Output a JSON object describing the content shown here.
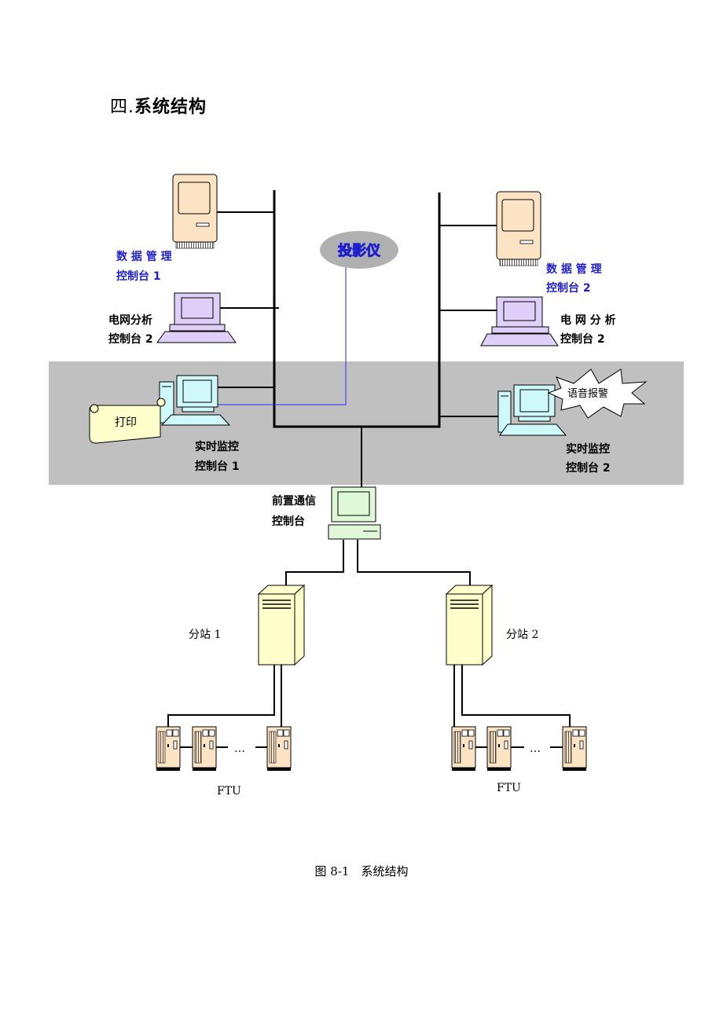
{
  "heading": {
    "number": "四.",
    "title": "系统结构"
  },
  "labels": {
    "data_mgmt_1": [
      "数 据 管 理",
      "控制台 1"
    ],
    "data_mgmt_2": [
      "数 据 管 理",
      "控制台 2"
    ],
    "grid_analysis_left": [
      "电网分析",
      "控制台 2"
    ],
    "grid_analysis_right": [
      "电 网 分 析",
      "控制台 2"
    ],
    "realtime_1": [
      "实时监控",
      "控制台 1"
    ],
    "realtime_2": [
      "实时监控",
      "控制台 2"
    ],
    "front_comm": [
      "前置通信",
      "控制台"
    ],
    "projector": "投影仪",
    "printer": "打印",
    "voice_alarm": "语音报警",
    "substation_1": "分站 1",
    "substation_2": "分站 2",
    "ftu_1": "FTU",
    "ftu_2": "FTU",
    "ellipsis": "…"
  },
  "caption": "图 8-1　系统结构",
  "colors": {
    "band": "#c0c0c0",
    "blue_label": "#1f1fd0",
    "server_fill": "#fbe3c4",
    "pc_purple": "#ded0f8",
    "pc_cyan": "#cff8fb",
    "pc_green": "#dff8d8",
    "substation_fill": "#ffffcc",
    "projector_fill": "#b0b0b0"
  }
}
